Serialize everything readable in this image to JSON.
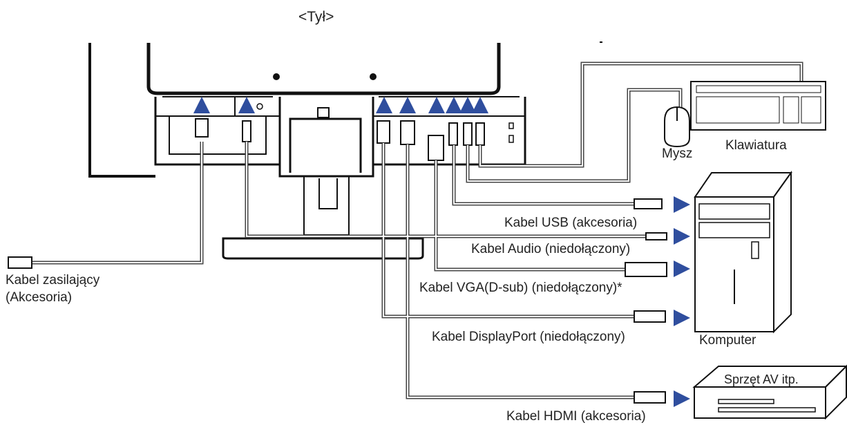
{
  "title": "<Tył>",
  "devices": {
    "mouse": "Mysz",
    "keyboard": "Klawiatura",
    "computer": "Komputer",
    "av_equipment": "Sprzęt AV itp."
  },
  "cables": {
    "power_line1": "Kabel zasilający",
    "power_line2": "(Akcesoria)",
    "usb": "Kabel USB (akcesoria)",
    "audio": "Kabel Audio (niedołączony)",
    "vga": "Kabel VGA(D-sub) (niedołączony)*",
    "displayport": "Kabel DisplayPort (niedołączony)",
    "hdmi": "Kabel HDMI (akcesoria)"
  },
  "colors": {
    "arrow": "#2f4e9e",
    "line": "#111111",
    "cable": "#444444"
  }
}
